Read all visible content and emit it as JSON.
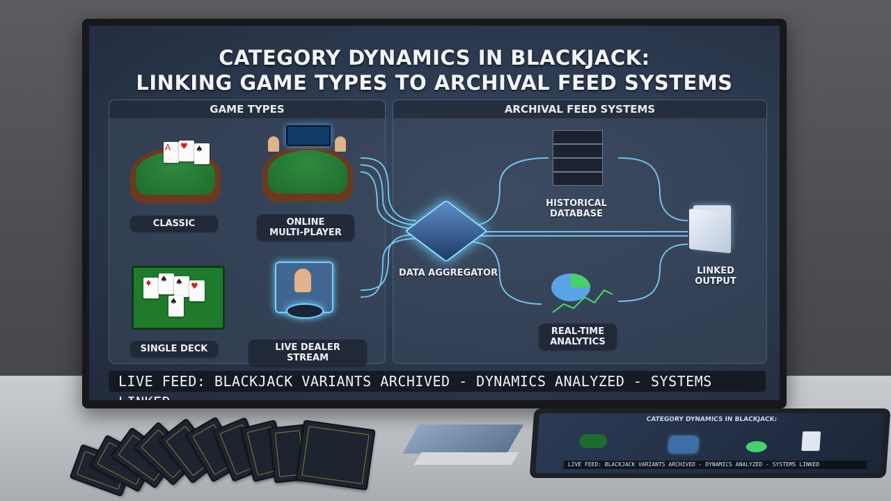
{
  "slide": {
    "title_line1": "CATEGORY DYNAMICS IN BLACKJACK:",
    "title_line2": "LINKING GAME TYPES TO ARCHIVAL FEED SYSTEMS"
  },
  "game_types": {
    "heading": "GAME TYPES",
    "items": [
      {
        "label": "CLASSIC"
      },
      {
        "label": "ONLINE\nMULTI-PLAYER"
      },
      {
        "label": "SINGLE DECK"
      },
      {
        "label": "LIVE DEALER STREAM"
      }
    ]
  },
  "archival": {
    "heading": "ARCHIVAL FEED SYSTEMS",
    "aggregator": "DATA AGGREGATOR",
    "historical_line1": "HISTORICAL",
    "historical_line2": "DATABASE",
    "realtime_line1": "REAL-TIME",
    "realtime_line2": "ANALYTICS",
    "output_line1": "LINKED",
    "output_line2": "OUTPUT"
  },
  "ticker": "LIVE FEED: BLACKJACK VARIANTS ARCHIVED - DYNAMICS ANALYZED - SYSTEMS LINKED",
  "colors": {
    "screen_bg": "#2d3a50",
    "felt": "#1f6b2c",
    "glow": "#6fd3ff"
  },
  "icons": [
    "server-icon",
    "folder-icon",
    "pie-chart-icon",
    "cube-icon",
    "dealer-avatar-icon"
  ]
}
